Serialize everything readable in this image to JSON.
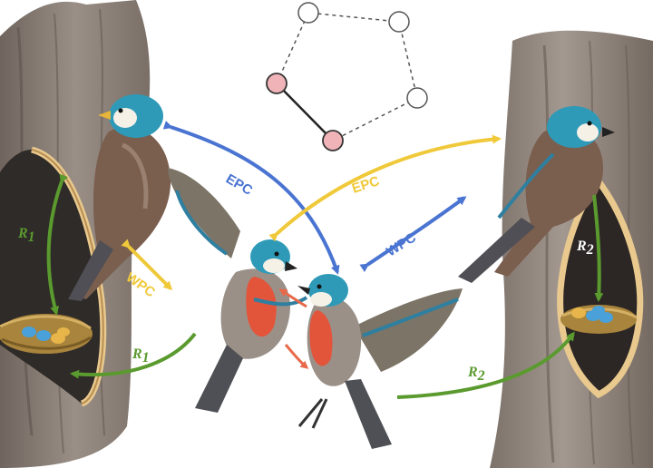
{
  "diagram": {
    "colors": {
      "epc_arrow": "#4a74d1",
      "wpc_arrow": "#f0c93a",
      "epc_label_blue": "#4a74d1",
      "epc_label_yellow": "#f0c93a",
      "r_arrow": "#5a9a2e",
      "fight_arrow": "#e8694a",
      "network_node_filled": "#f0b4b8",
      "network_node_empty": "#ffffff",
      "network_edge_solid": "#222222",
      "network_edge_dashed": "#555555",
      "bark": "#8a7f77",
      "bird_head": "#2e9ab8",
      "bird_breast": "#e2553b",
      "egg": "#4aa0d8"
    },
    "labels": {
      "epc_left": "EPC",
      "epc_right": "EPC",
      "wpc_left": "WPC",
      "wpc_right": "WPC",
      "r1_tree": "R",
      "r1_tree_sub": "1",
      "r1_ground": "R",
      "r1_ground_sub": "1",
      "r2_tree": "R",
      "r2_tree_sub": "2",
      "r2_ground": "R",
      "r2_ground_sub": "2"
    },
    "network": {
      "nodes": [
        {
          "id": "n1",
          "state": "empty"
        },
        {
          "id": "n2",
          "state": "empty"
        },
        {
          "id": "n3",
          "state": "empty"
        },
        {
          "id": "n4",
          "state": "filled"
        },
        {
          "id": "n5",
          "state": "filled"
        }
      ]
    },
    "icons": {
      "left_tree": "tree-trunk-with-cavity-icon",
      "right_tree": "tree-trunk-with-cavity-icon",
      "nest": "nest-with-eggs-icon",
      "bird": "swallow-bird-icon"
    }
  }
}
